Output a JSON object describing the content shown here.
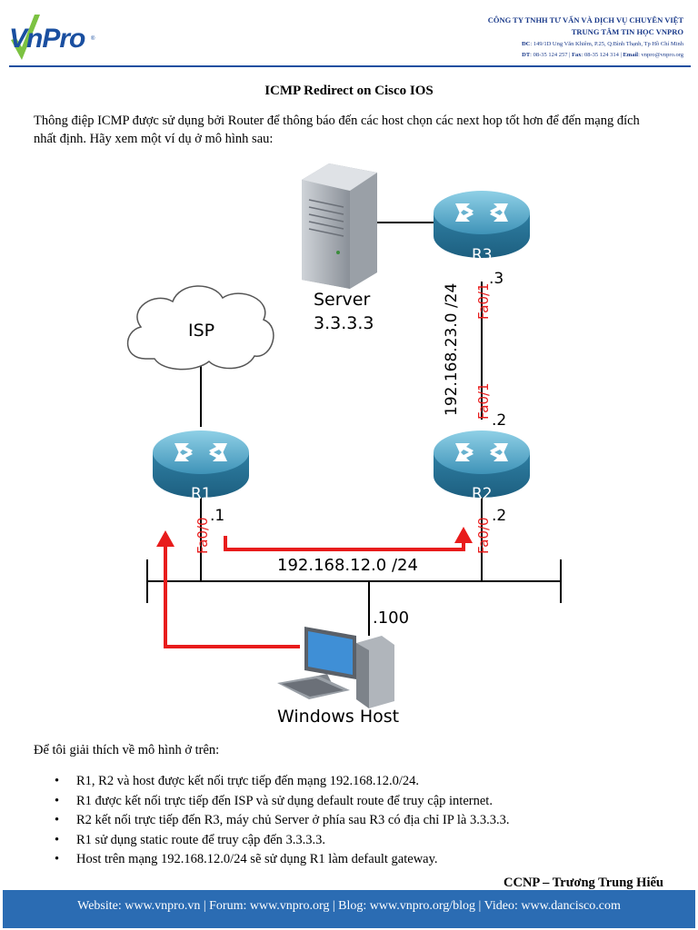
{
  "header": {
    "logo_text": "VnPro",
    "logo_reg": "®",
    "company_line1": "CÔNG TY TNHH TƯ VẤN VÀ DỊCH VỤ CHUYÊN VIỆT",
    "company_line2": "TRUNG TÂM TIN HỌC VNPRO",
    "address_label": "ĐC",
    "address": ": 149/1D Ung Văn Khiêm, P.25, Q.Bình Thạnh, Tp Hồ Chí Minh",
    "phone_label": "DT",
    "phone": ": 08-35 124 257 | ",
    "fax_label": "Fax",
    "fax": ": 08-35 124 314 | ",
    "email_label": "Email",
    "email": ": vnpro@vnpro.org"
  },
  "title": "ICMP Redirect on Cisco IOS",
  "intro": "Thông điệp ICMP được sử dụng bởi Router để thông báo đến các host chọn các next hop tốt hơn để đến mạng đích nhất định. Hãy xem một ví dụ ở mô hình sau:",
  "diagram": {
    "server_label": "Server",
    "server_ip": "3.3.3.3",
    "isp_label": "ISP",
    "r1_label": "R1",
    "r2_label": "R2",
    "r3_label": "R3",
    "r3_ip": ".3",
    "r2_top_ip": ".2",
    "r2_bottom_ip": ".2",
    "r1_ip": ".1",
    "link_23": "192.168.23.0 /24",
    "fa_r3": "Fa0/1",
    "fa_r2_top": "Fa0/1",
    "fa_r1": "Fa0/0",
    "fa_r2_bottom": "Fa0/0",
    "lan_label": "192.168.12.0 /24",
    "host_ip": ".100",
    "host_label": "Windows Host",
    "colors": {
      "arrow": "#e81c1c",
      "router": "#2f7fa3",
      "router_light": "#6ab7d3",
      "fa_text": "#e81c1c"
    }
  },
  "explain": "Để tôi giải thích về mô hình ở trên:",
  "bullets": [
    "R1, R2 và host được kết nối trực tiếp đến mạng 192.168.12.0/24.",
    "R1 được kết nối trực tiếp đến ISP và sử dụng default route để truy cập internet.",
    "R2 kết nối trực tiếp đến R3, máy chủ Server ở phía sau R3 có địa chỉ IP là 3.3.3.3.",
    "R1 sử dụng static route để truy cập đến 3.3.3.3.",
    "Host trên mạng 192.168.12.0/24 sẽ sử dụng R1 làm default gateway."
  ],
  "bullet_symbol": "•",
  "author": "CCNP – Trương Trung Hiếu",
  "footer": "Website: www.vnpro.vn | Forum: www.vnpro.org | Blog: www.vnpro.org/blog | Video: www.dancisco.com"
}
